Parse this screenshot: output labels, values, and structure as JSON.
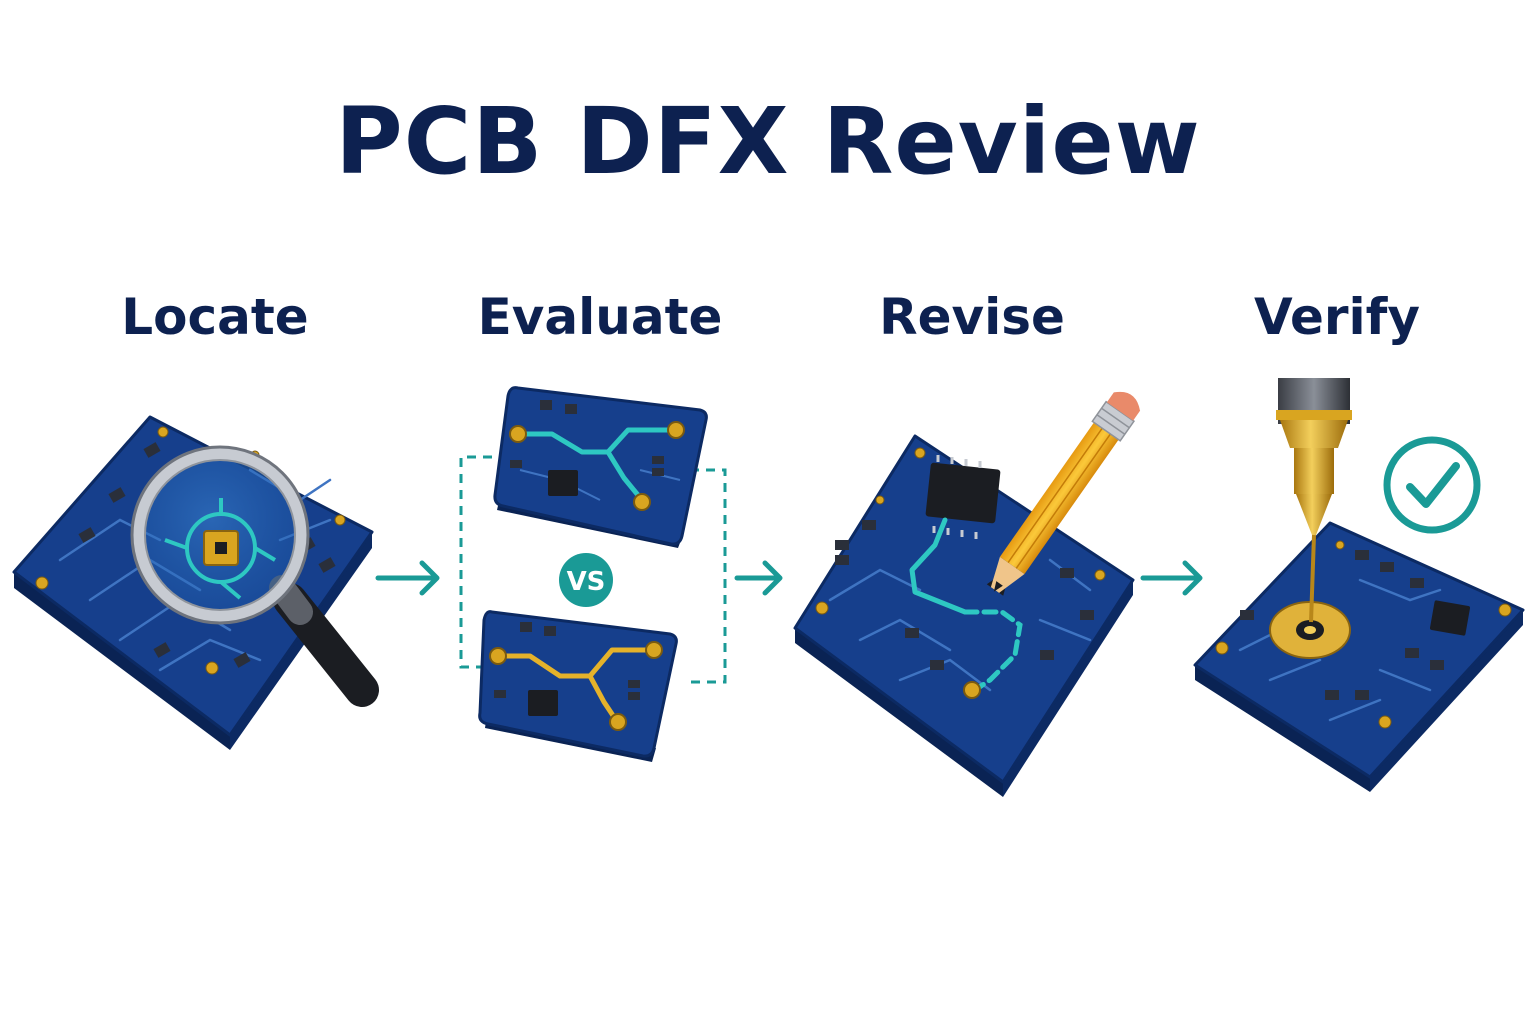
{
  "title": "PCB DFX Review",
  "steps": [
    {
      "label": "Locate",
      "icon": "magnifier-icon"
    },
    {
      "label": "Evaluate",
      "icon": "compare-icon"
    },
    {
      "label": "Revise",
      "icon": "pencil-icon"
    },
    {
      "label": "Verify",
      "icon": "check-icon"
    }
  ],
  "compare_badge": "VS",
  "colors": {
    "title": "#0d2150",
    "board": "#163f8c",
    "board_edge": "#0c2a63",
    "trace": "#3f74c2",
    "accent_teal": "#1a9a96",
    "highlight_teal": "#2ec8c2",
    "gold": "#d9a520"
  }
}
